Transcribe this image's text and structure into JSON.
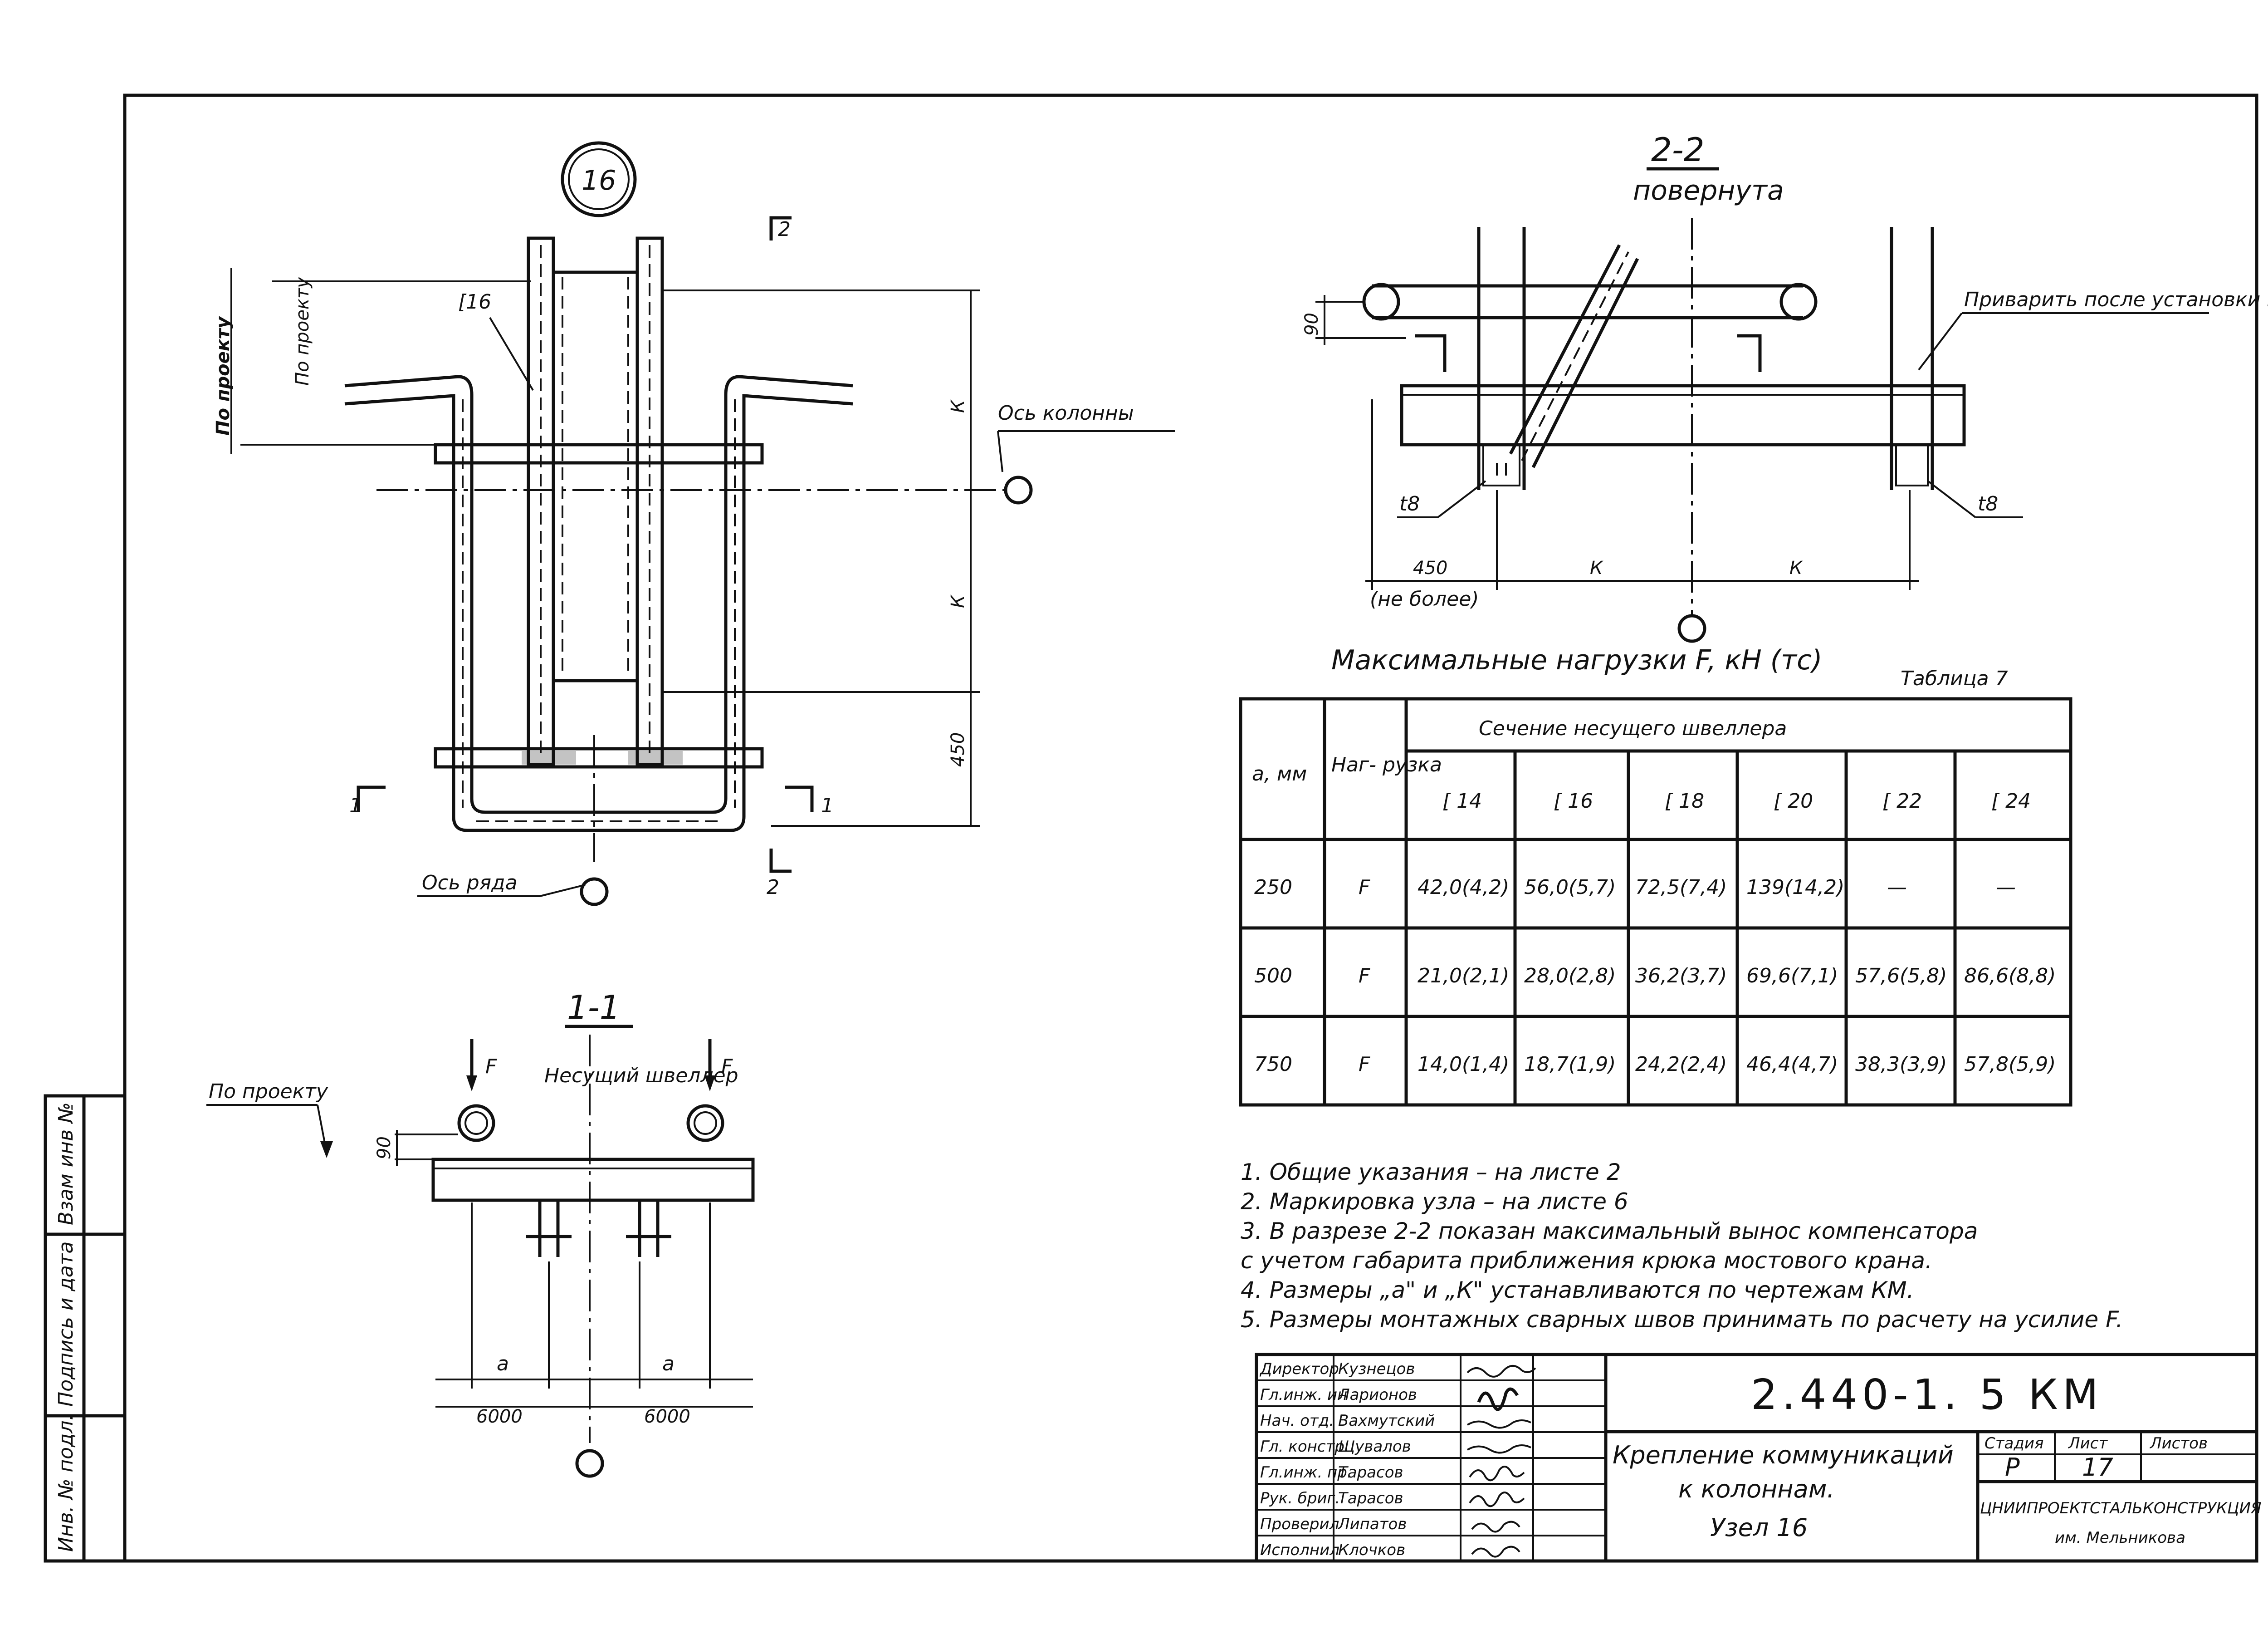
{
  "node_badge": "16",
  "labels": {
    "c16": "[16",
    "po_proektu": "По проекту",
    "k": "К",
    "dim_450": "450",
    "os_kolonny": "Ось колонны",
    "os_ryada": "Ось ряда",
    "cut_1": "1",
    "cut_2": "2"
  },
  "section_22": {
    "title": "2-2",
    "subtitle": "повернута",
    "dim_90": "90",
    "weld_note": "Приварить после установки швеллера",
    "t8": "t8",
    "dim_450": "450",
    "ne_bolee": "(не более)",
    "k": "К"
  },
  "section_11": {
    "title": "1-1",
    "f": "F",
    "carrier": "Несущий швеллер",
    "po_proektu": "По проекту",
    "dim_90": "90",
    "a": "а",
    "dim_6000": "6000"
  },
  "table": {
    "heading": "Максимальные   нагрузки F, кН (тс)",
    "number": "Таблица 7",
    "col_a": "а, мм",
    "col_load": "Наг- рузка",
    "col_group": "Сечение   несущего   швеллера",
    "sections": [
      "[ 14",
      "[ 16",
      "[ 18",
      "[ 20",
      "[ 22",
      "[ 24"
    ],
    "rows": [
      {
        "a": "250",
        "load": "F",
        "values": [
          "42,0(4,2)",
          "56,0(5,7)",
          "72,5(7,4)",
          "139(14,2)",
          "—",
          "—"
        ]
      },
      {
        "a": "500",
        "load": "F",
        "values": [
          "21,0(2,1)",
          "28,0(2,8)",
          "36,2(3,7)",
          "69,6(7,1)",
          "57,6(5,8)",
          "86,6(8,8)"
        ]
      },
      {
        "a": "750",
        "load": "F",
        "values": [
          "14,0(1,4)",
          "18,7(1,9)",
          "24,2(2,4)",
          "46,4(4,7)",
          "38,3(3,9)",
          "57,8(5,9)"
        ]
      }
    ]
  },
  "notes": [
    "1. Общие   указания  –  на листе 2",
    "2. Маркировка  узла  –  на листе 6",
    "3. В разрезе 2-2  показан   максимальный  вынос  компенсатора",
    "    с учетом   габарита   приближения   крюка  мостового  крана.",
    "4. Размеры „а\" и „К\" устанавливаются   по чертежам КМ.",
    "5. Размеры монтажных сварных швов  принимать   по расчету  на усилие  F."
  ],
  "side_stamp": [
    "Инв. № подл.",
    "Подпись и дата",
    "Взам инв №"
  ],
  "title_block": {
    "code": "2.440-1. 5 КМ",
    "name": [
      "Крепление  коммуникаций",
      "к  колоннам.",
      "Узел 16"
    ],
    "stage_label": "Стадия",
    "sheet_label": "Лист",
    "sheets_label": "Листов",
    "stage": "Р",
    "sheet": "17",
    "org": [
      "ЦНИИПРОЕКТСТАЛЬКОНСТРУКЦИЯ",
      "им. Мельникова"
    ],
    "people": [
      {
        "role": "Директор",
        "name": "Кузнецов"
      },
      {
        "role": "Гл.инж. ин",
        "name": "Ларионов"
      },
      {
        "role": "Нач. отд.",
        "name": "Вахмутский"
      },
      {
        "role": "Гл. констр.",
        "name": "Щувалов"
      },
      {
        "role": "Гл.инж. пр.",
        "name": "Тарасов"
      },
      {
        "role": "Рук. бриг.",
        "name": "Тарасов"
      },
      {
        "role": "Проверил",
        "name": "Липатов"
      },
      {
        "role": "Исполнил",
        "name": "Клочков"
      }
    ]
  }
}
